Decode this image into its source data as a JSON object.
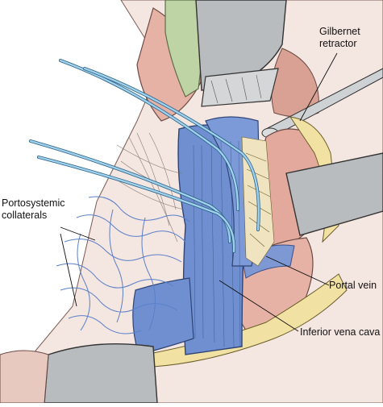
{
  "labels": {
    "gilbernet": [
      "Gilbernet",
      "retractor"
    ],
    "portosystemic": [
      "Portosystemic",
      "collaterals"
    ],
    "portal_vein": "Portal vein",
    "ivc": "Inferior vena cava"
  },
  "colors": {
    "vein_blue": "#6f8fd0",
    "vein_blue_dark": "#4b6bb4",
    "tissue_pink": "#e7b2a6",
    "tissue_dark": "#c98a7e",
    "fat_yellow": "#f1e2a3",
    "liver_green": "#bfd4a4",
    "retractor_gray": "#b9bcbf",
    "vessel_loop": "#9fd1ea"
  }
}
